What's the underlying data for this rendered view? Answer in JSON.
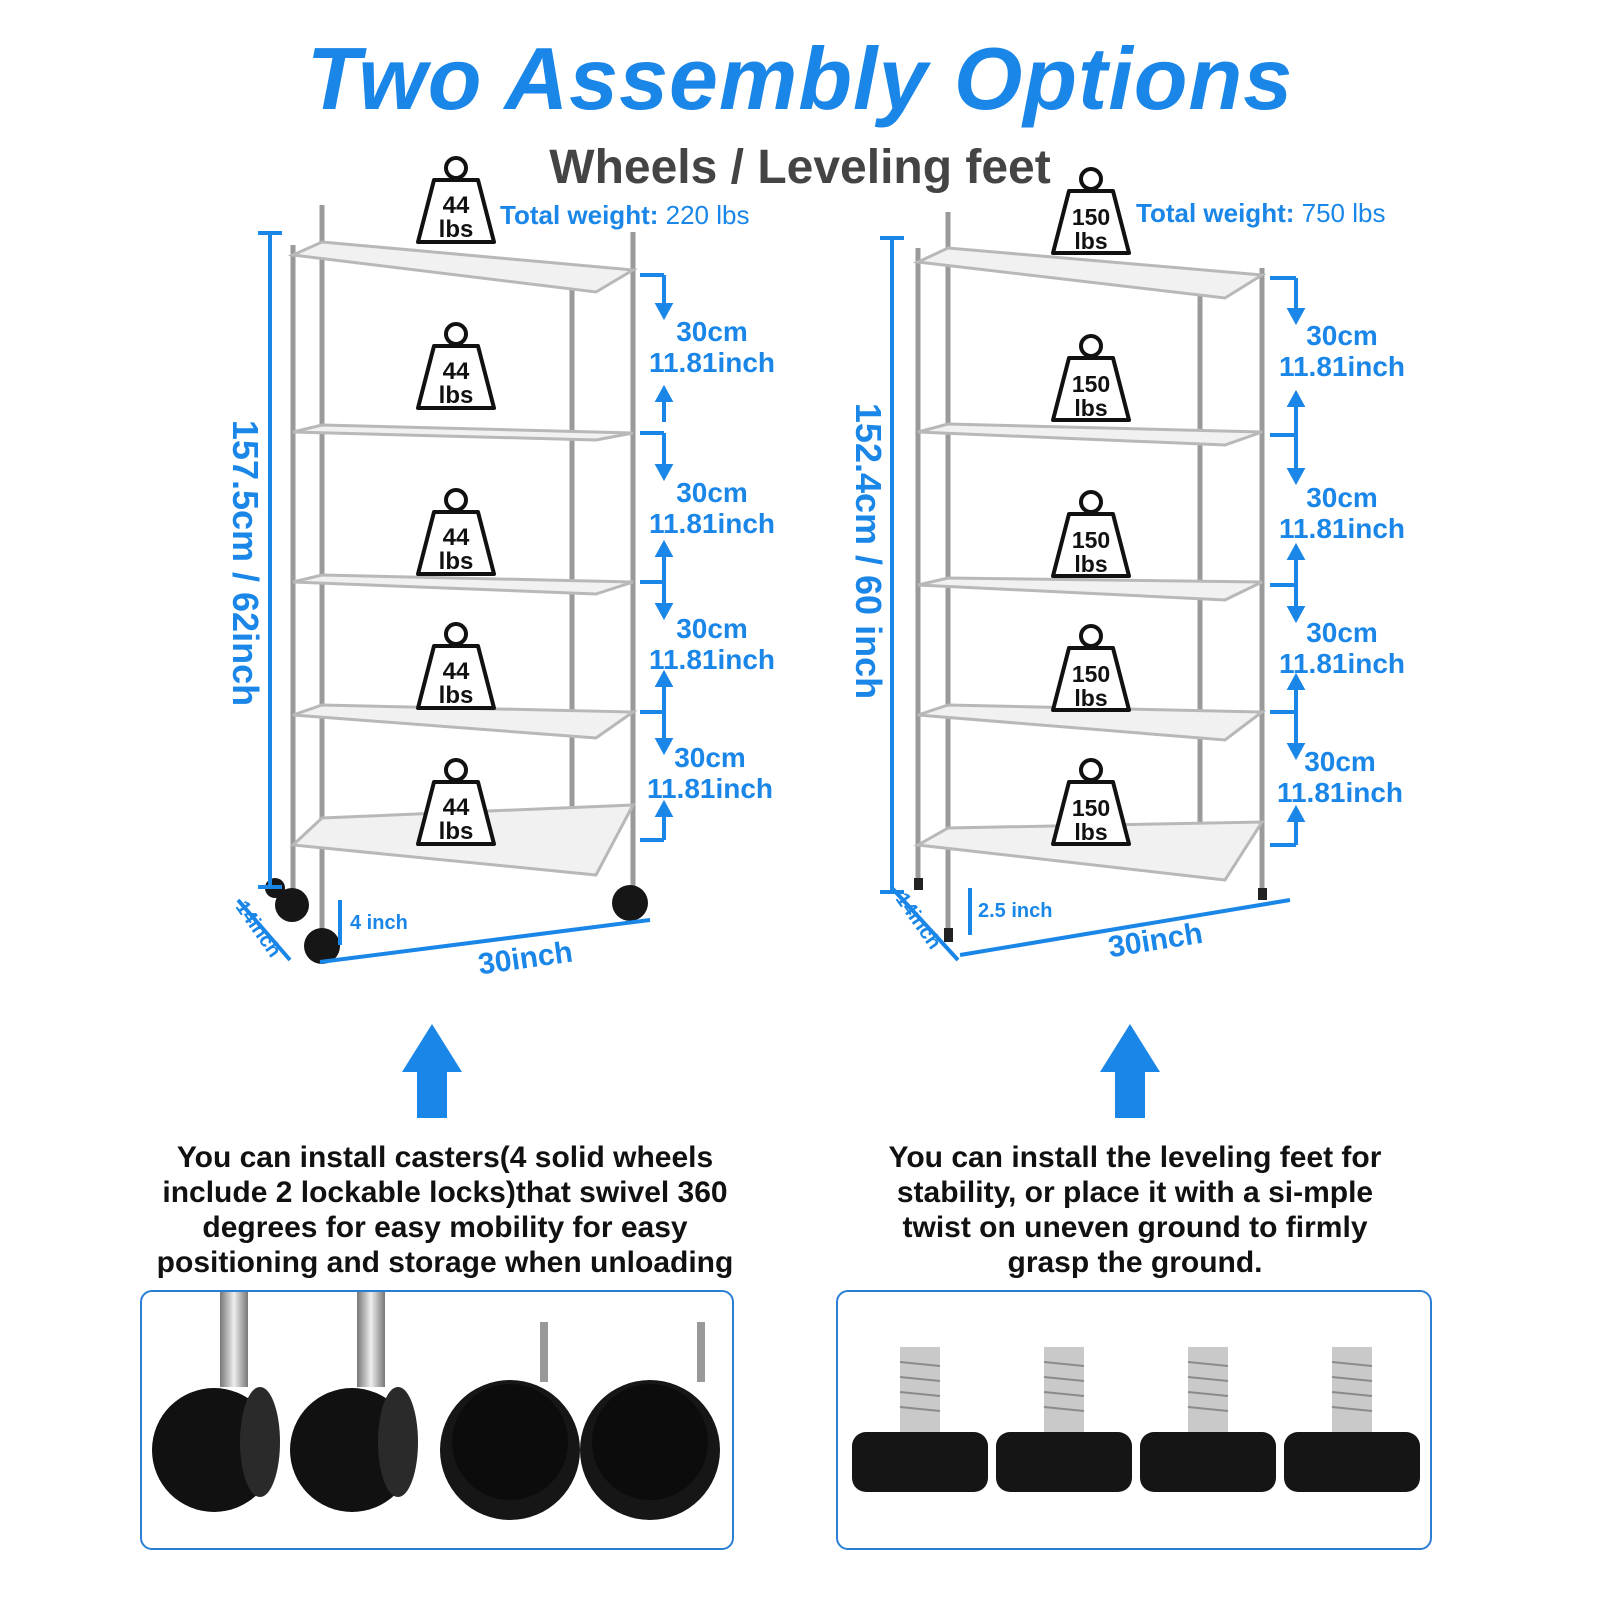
{
  "header": {
    "title": "Two Assembly Options",
    "subtitle": "Wheels / Leveling feet"
  },
  "left": {
    "total_label": "Total weight:",
    "total_value": "220 lbs",
    "tier_weight": "44",
    "tier_unit": "lbs",
    "gap_cm": "30cm",
    "gap_in": "11.81inch",
    "height": "157.5cm / 62inch",
    "depth": "14inch",
    "width": "30inch",
    "clearance": "4 inch",
    "description": [
      "You can install casters(4 solid wheels",
      "include 2 lockable locks)that swivel 360",
      "degrees for easy mobility for easy",
      "positioning and storage when unloading"
    ]
  },
  "right": {
    "total_label": "Total weight:",
    "total_value": "750 lbs",
    "tier_weight": "150",
    "tier_unit": "lbs",
    "gap_cm": "30cm",
    "gap_in": "11.81inch",
    "height": "152.4cm / 60 inch",
    "depth": "14inch",
    "width": "30inch",
    "clearance": "2.5 inch",
    "description": [
      "You can install the leveling feet for",
      "stability, or place it with a si-mple",
      "twist on uneven ground to firmly",
      "grasp the ground."
    ]
  },
  "colors": {
    "accent": "#1a86e8",
    "text": "#111111",
    "subtitle": "#444444",
    "border": "#2a7fd4"
  },
  "icons": [
    "weight-icon",
    "up-arrow-icon",
    "caster-wheel-icon",
    "leveling-foot-icon"
  ]
}
